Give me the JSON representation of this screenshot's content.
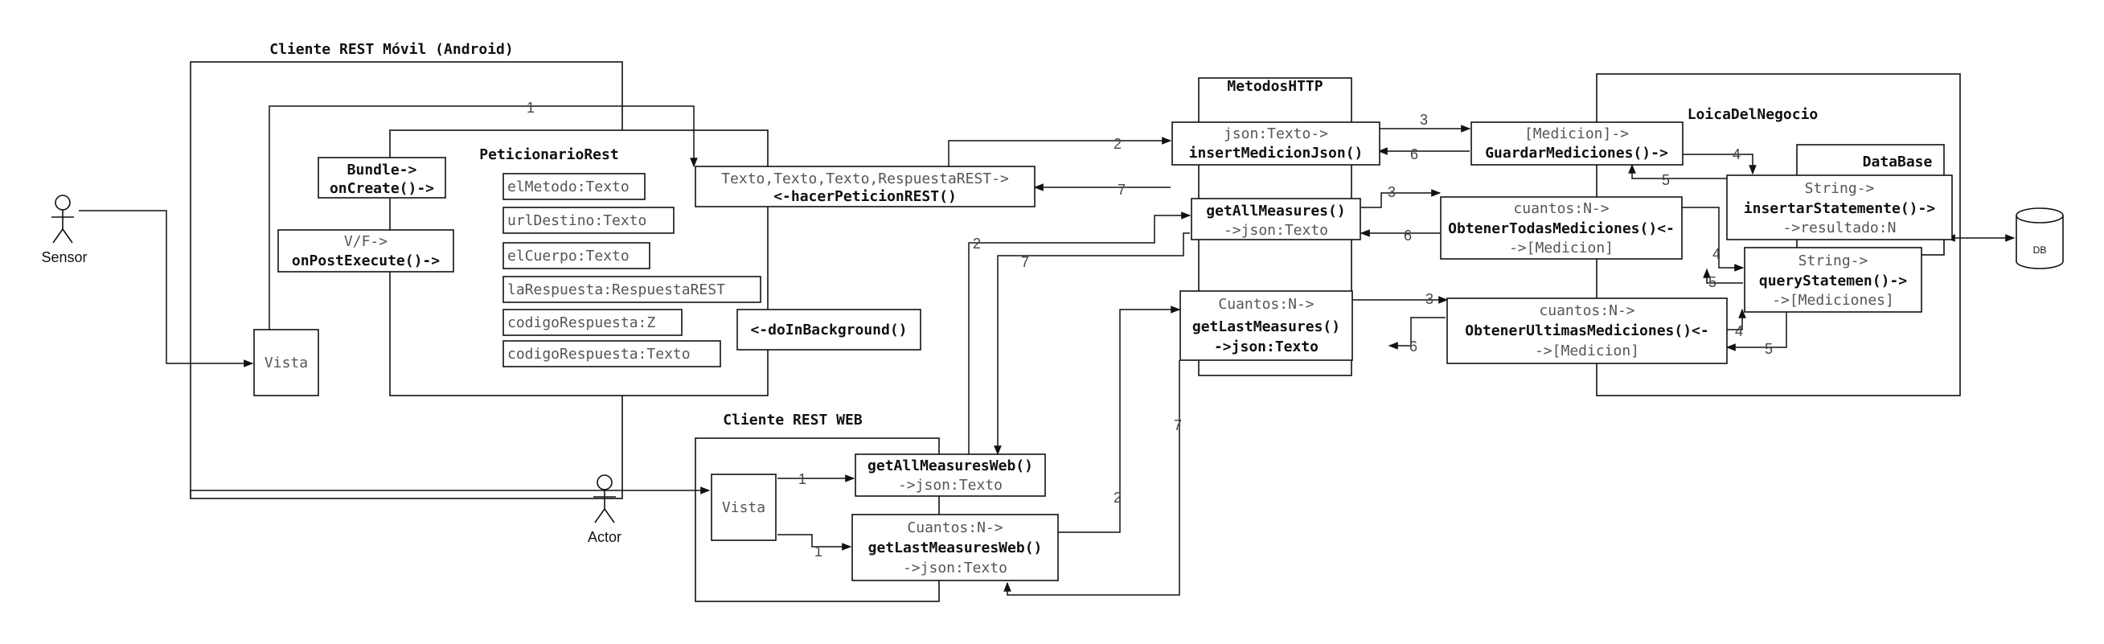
{
  "containers": {
    "cliente_movil": "Cliente REST Móvil (Android)",
    "peticionario": "PeticionarioRest",
    "cliente_web": "Cliente REST WEB",
    "metodos_http": "MetodosHTTP",
    "logica": "LoicaDelNegocio",
    "database": "DataBase"
  },
  "actors": {
    "sensor": "Sensor",
    "actor": "Actor"
  },
  "boxes": {
    "vista_movil": "Vista",
    "vista_web": "Vista",
    "bundle": {
      "l1": "Bundle->",
      "l2": "onCreate()->"
    },
    "post_execute": {
      "l1": "V/F->",
      "l2": "onPostExecute()->"
    },
    "attrs": [
      "elMetodo:Texto",
      "urlDestino:Texto",
      "elCuerpo:Texto",
      "laRespuesta:RespuestaREST",
      "codigoRespuesta:Z",
      "codigoRespuesta:Texto"
    ],
    "do_in_background": "<-doInBackground()",
    "hacer_peticion": {
      "l1": "Texto,Texto,Texto,RespuestaREST->",
      "l2": "<-hacerPeticionREST()"
    },
    "insert_json": {
      "l1": "json:Texto->",
      "l2": "insertMedicionJson()"
    },
    "get_all": {
      "l1": "getAllMeasures()",
      "l2": "->json:Texto"
    },
    "get_last": {
      "l1": "Cuantos:N->",
      "l2": "getLastMeasures()",
      "l3": "->json:Texto"
    },
    "guardar": {
      "l1": "[Medicion]->",
      "l2": "GuardarMediciones()->"
    },
    "obtener_todas": {
      "l1": "cuantos:N->",
      "l2": "ObtenerTodasMediciones()<-",
      "l3": "->[Medicion]"
    },
    "obtener_ultimas": {
      "l1": "cuantos:N->",
      "l2": "ObtenerUltimasMediciones()<-",
      "l3": "->[Medicion]"
    },
    "insertar_stmt": {
      "l1": "String->",
      "l2": "insertarStatemente()->",
      "l3": "->resultado:N"
    },
    "query_stmt": {
      "l1": "String->",
      "l2": "queryStatemen()->",
      "l3": "->[Mediciones]"
    },
    "get_all_web": {
      "l1": "getAllMeasuresWeb()",
      "l2": "->json:Texto"
    },
    "get_last_web": {
      "l1": "Cuantos:N->",
      "l2": "getLastMeasuresWeb()",
      "l3": "->json:Texto"
    },
    "db": "DB"
  },
  "edge_labels": {
    "one": "1",
    "two": "2",
    "three": "3",
    "four": "4",
    "five": "5",
    "six": "6",
    "seven": "7"
  },
  "colors": {
    "stroke": "#111111",
    "grey_text": "#555555"
  }
}
